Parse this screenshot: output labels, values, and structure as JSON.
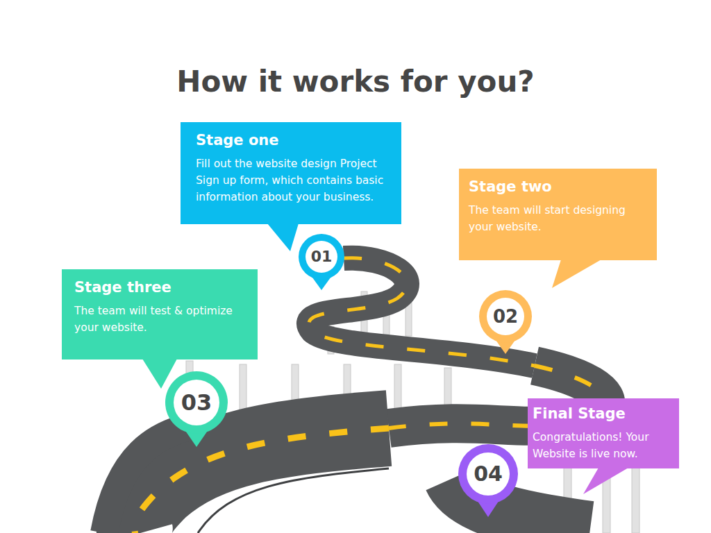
{
  "diagram": {
    "title": "How it works for you?",
    "nodes": [
      {
        "text": [
          "Stage one",
          "Fill out the website design Project Sign up form, which contains basic information about your business."
        ]
      },
      {
        "text": [
          "Stage two",
          "The team will start designing your website."
        ]
      },
      {
        "text": [
          "Stage three",
          "The team will test & optimize your website."
        ]
      },
      {
        "text": [
          "Final Stage",
          "Congratulations! Your Website is live now."
        ]
      }
    ],
    "labels": [
      "01",
      "02",
      "03",
      "04"
    ]
  }
}
